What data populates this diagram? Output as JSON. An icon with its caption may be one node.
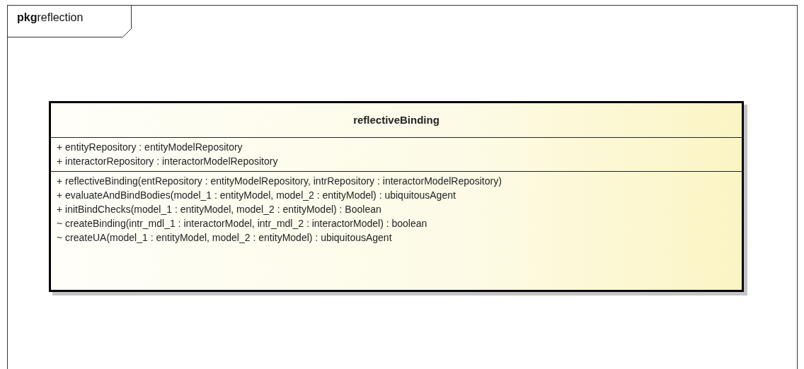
{
  "diagram": {
    "nodes": [
      {
        "text": [
          "**pkg**reflection"
        ]
      },
      {
        "text": [
          "reflectiveBinding",
          "+ entityRepository : entityModelRepository",
          "+ interactorRepository : interactorModelRepository",
          "+ reflectiveBinding(entRepository : entityModelRepository, intrRepository : interactorModelRepository)",
          "+ evaluateAndBindBodies(model_1 : entityModel, model_2 : entityModel) : ubiquitousAgent",
          "+ initBindChecks(model_1 : entityModel, model_2 : entityModel) : Boolean",
          "~ createBinding(intr_mdl_1 : interactorModel, intr_mdl_2 : interactorModel) : boolean",
          "~ createUA(model_1 : entityModel, model_2 : entityModel) : ubiquitousAgent"
        ],
        "in": 0
      }
    ]
  }
}
